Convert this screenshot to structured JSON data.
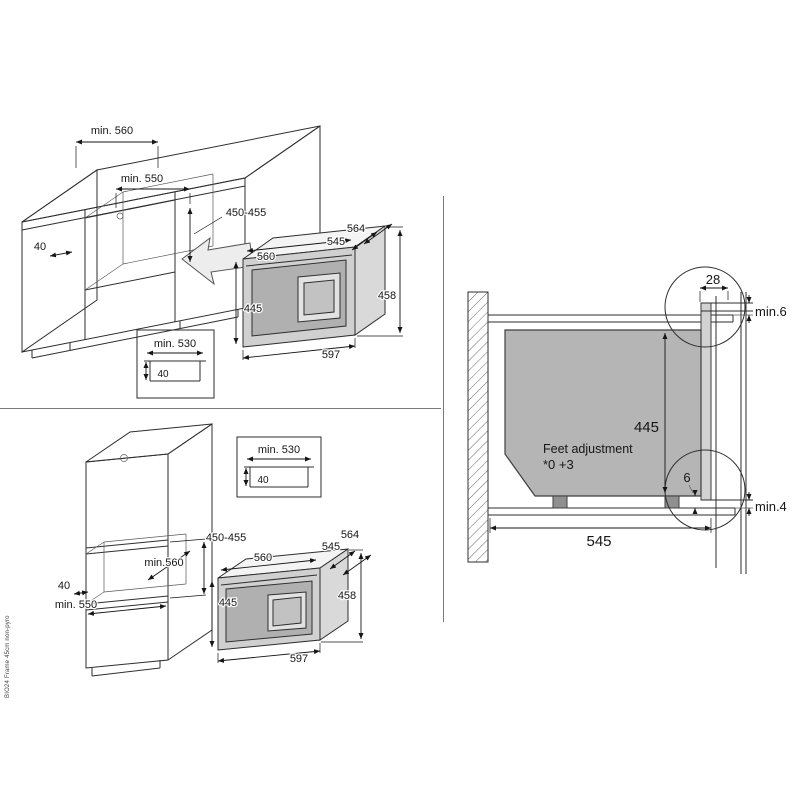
{
  "footer": {
    "model_label": "BIO24 Frame 45cm non-pyro"
  },
  "panel_top": {
    "cabinet_top_width": "min. 560",
    "opening_width": "min. 550",
    "niche_height": "450-455",
    "front_gap": "40",
    "inset": {
      "frame_width": "min. 530",
      "frame_height": "40"
    },
    "oven": {
      "depth_total": "564",
      "depth_body": "545",
      "width_top": "560",
      "height_front": "445",
      "height_total": "458",
      "width_front": "597"
    }
  },
  "panel_bottom": {
    "niche_height": "450-455",
    "niche_depth": "min.560",
    "front_gap": "40",
    "opening_width": "min. 550",
    "inset": {
      "frame_width": "min. 530",
      "frame_height": "40"
    },
    "oven": {
      "depth_total": "564",
      "depth_body": "545",
      "width_top": "560",
      "height_front": "445",
      "height_total": "458",
      "width_front": "597"
    }
  },
  "panel_side": {
    "bracket_depth": "28",
    "top_clearance": "min.6",
    "oven_height": "445",
    "feet_label": "Feet adjustment",
    "feet_range": "*0 +3",
    "foot_height": "6",
    "bottom_clearance": "min.4",
    "oven_depth": "545"
  }
}
